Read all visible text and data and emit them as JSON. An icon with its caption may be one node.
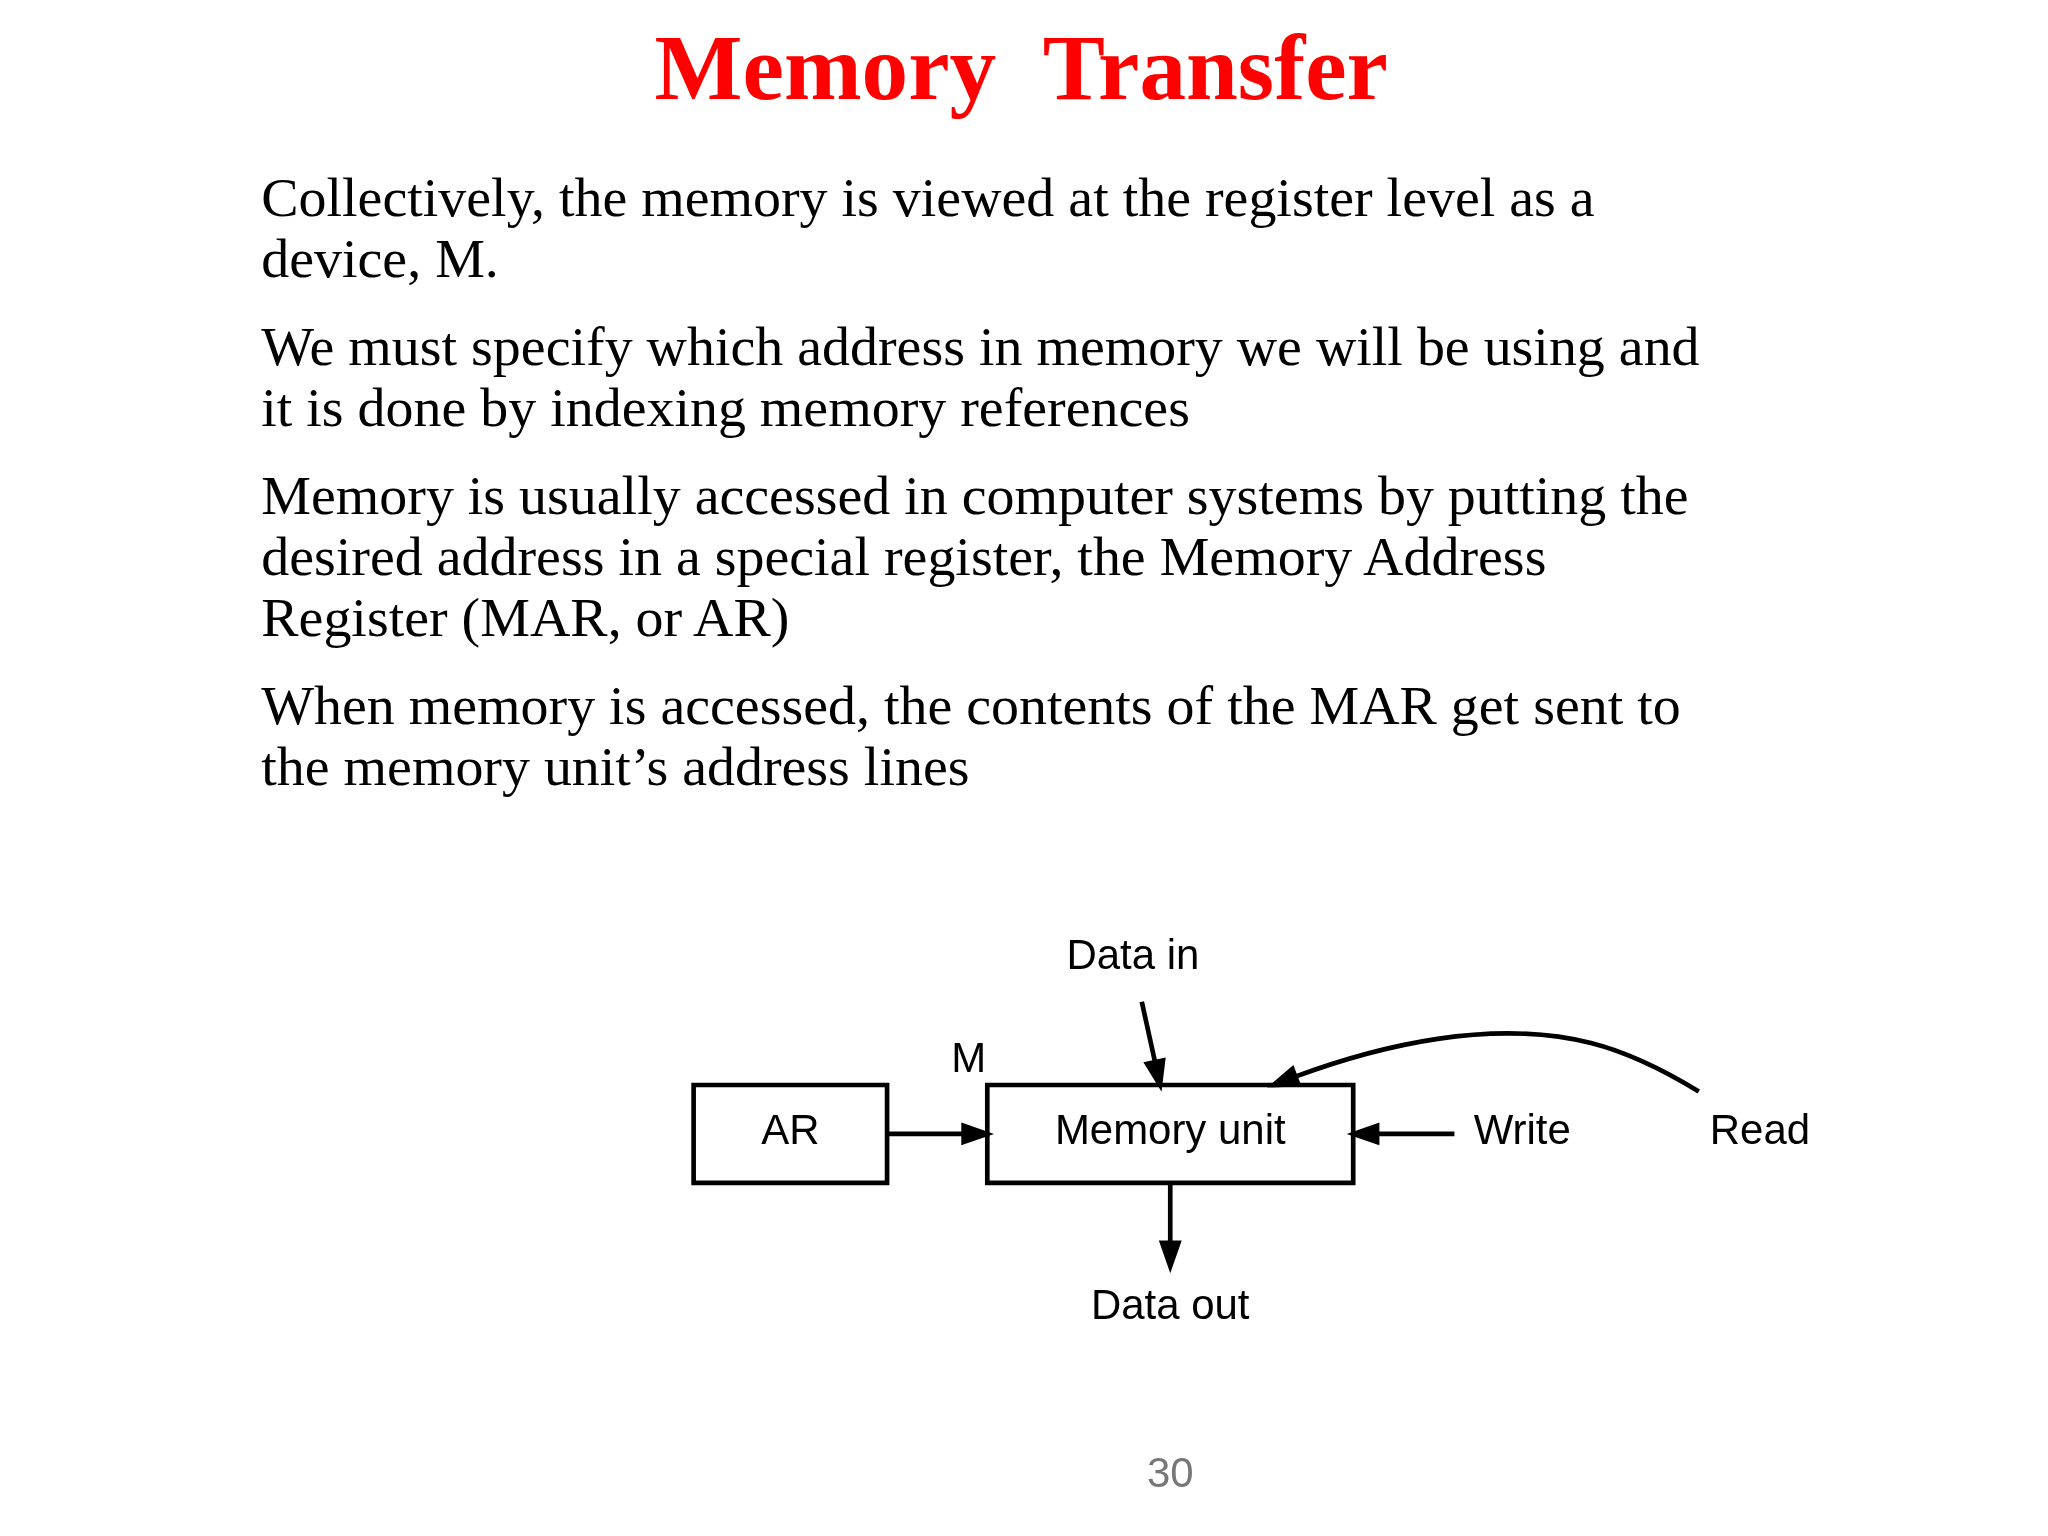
{
  "diagram": {
    "title": "Memory  Transfer",
    "nodes": [
      {
        "text": [
          "AR"
        ]
      },
      {
        "text": [
          "Memory unit"
        ],
        "beside": [
          "M"
        ]
      },
      {
        "text": [
          "Read"
        ]
      },
      {
        "text": [
          "Write"
        ]
      },
      {
        "text": [
          "Data out"
        ]
      },
      {
        "text": [
          "Data in"
        ]
      }
    ],
    "edges": [
      {
        "from": 0,
        "to": 1,
        "arrow": "to"
      },
      {
        "from": 2,
        "to": 1,
        "arrow": "to"
      },
      {
        "from": 3,
        "to": 1,
        "arrow": "to"
      },
      {
        "from": 1,
        "to": 4,
        "arrow": "to"
      },
      {
        "from": 5,
        "to": 1,
        "arrow": "to"
      }
    ],
    "labels": [
      "Collectively, the memory is viewed at the register level as a device, M.",
      "We must specify which address in memory we will be using and it is done by indexing memory references",
      "Memory is usually accessed in computer systems by putting the desired address in a special register, the Memory Address Register (MAR, or AR)",
      "When memory is accessed, the contents of the MAR get sent to the memory unit’s address lines",
      "30"
    ]
  }
}
